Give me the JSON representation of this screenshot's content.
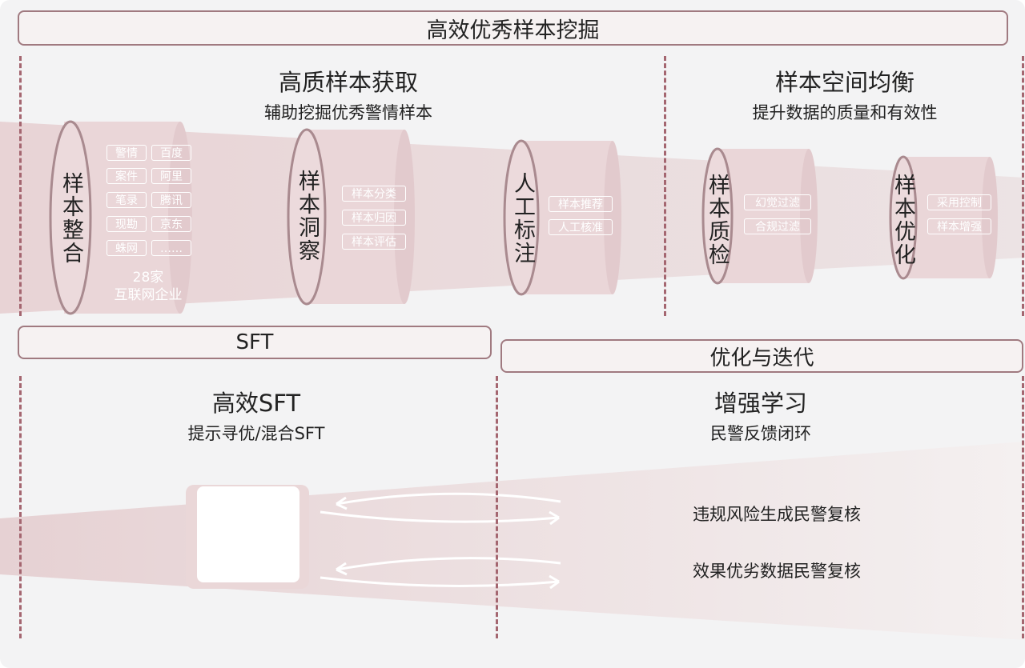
{
  "top_bar": {
    "title": "高效优秀样本挖掘"
  },
  "left_section": {
    "title": "高质样本获取",
    "subtitle": "辅助挖掘优秀警情样本"
  },
  "right_section": {
    "title": "样本空间均衡",
    "subtitle": "提升数据的质量和有效性"
  },
  "stages": [
    {
      "label": "样本整合",
      "tags": [
        "警情",
        "百度",
        "案件",
        "阿里",
        "笔录",
        "腾讯",
        "现勘",
        "京东",
        "蛛网",
        "……"
      ],
      "note": "28家\n互联网企业"
    },
    {
      "label": "样本洞察",
      "tags": [
        "样本分类",
        "样本归因",
        "样本评估"
      ]
    },
    {
      "label": "人工标注",
      "tags": [
        "样本推荐",
        "人工核准"
      ]
    },
    {
      "label": "样本质检",
      "tags": [
        "幻觉过滤",
        "合规过滤"
      ]
    },
    {
      "label": "样本优化",
      "tags": [
        "采用控制",
        "样本增强"
      ]
    }
  ],
  "sft_bar": {
    "title": "SFT"
  },
  "opt_bar": {
    "title": "优化与迭代"
  },
  "sft_section": {
    "title": "高效SFT",
    "subtitle": "提示寻优/混合SFT"
  },
  "rl_section": {
    "title": "增强学习",
    "subtitle": "民警反馈闭环"
  },
  "feedback_items": [
    "违规风险生成民警复核",
    "效果优劣数据民警复核"
  ],
  "colors": {
    "accent": "#a07a80",
    "dash": "#a46670",
    "beam": "#e8d6d7"
  }
}
